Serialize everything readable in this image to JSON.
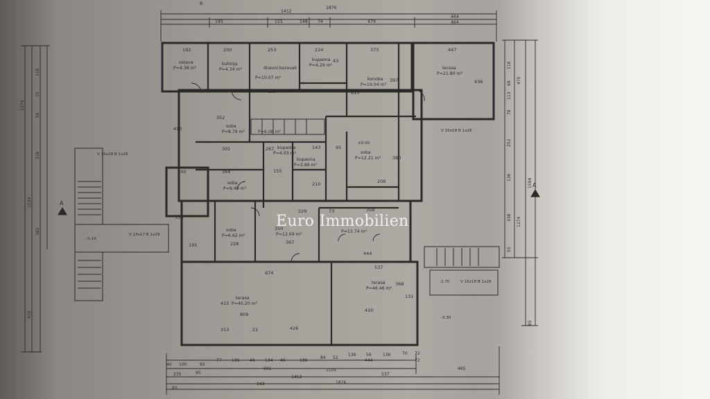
{
  "drawing": {
    "top_dims": {
      "section_mark": "B",
      "total_a": "1412",
      "total_b": "1876",
      "seg": [
        "195",
        "115",
        "148",
        "74",
        "479",
        "464"
      ],
      "seg_right": "464"
    },
    "bottom_dims": {
      "row1": [
        "40",
        "100",
        "95",
        "77",
        "136",
        "46",
        "134",
        "46",
        "136",
        "84",
        "52",
        "136",
        "56",
        "136",
        "70",
        "72"
      ],
      "row2": [
        "235",
        "95",
        "661",
        "1105",
        "444",
        "72"
      ],
      "row3": [
        "83",
        "843",
        "537",
        "465"
      ],
      "totals": [
        "1412",
        "1876"
      ]
    },
    "left_dims": [
      "118",
      "15",
      "56",
      "338",
      "1374",
      "382",
      "1534",
      "410"
    ],
    "right_dims": [
      "116",
      "69",
      "113",
      "470",
      "78",
      "252",
      "136",
      "1594",
      "1274",
      "338",
      "55",
      "85"
    ],
    "rooms": [
      {
        "name": "ostava",
        "area": "P=4.38 m²"
      },
      {
        "name": "kuhinja",
        "area": "P=4.34 m²"
      },
      {
        "name": "dnevni boravak",
        "area": "P=10.07 m²"
      },
      {
        "name": "kupaona",
        "area": "P=4.29 m²"
      },
      {
        "name": "konoba",
        "area": "P=19.04 m²"
      },
      {
        "name": "terasa",
        "area": "P=21.80 m²"
      },
      {
        "name": "soba",
        "area": "P=8.79 m²"
      },
      {
        "name": "",
        "area": "P=6.08 m²"
      },
      {
        "name": "kupaona",
        "area": "P=4.03 m²"
      },
      {
        "name": "kupaona",
        "area": "P=3.89 m²"
      },
      {
        "name": "soba",
        "area": "P=12.21 m²"
      },
      {
        "name": "soba",
        "area": "P=9.49 m²"
      },
      {
        "name": "soba",
        "area": "P=6.62 m²"
      },
      {
        "name": "",
        "area": "P=12.69 m²"
      },
      {
        "name": "",
        "area": "P=13.74 m²"
      },
      {
        "name": "terasa",
        "area": "P=40.20 m²"
      },
      {
        "name": "terasa",
        "area": "P=46.46 m²"
      }
    ],
    "interior_dims": [
      "192",
      "200",
      "253",
      "224",
      "43",
      "373",
      "447",
      "253",
      "615",
      "397",
      "436",
      "305",
      "267",
      "143",
      "95",
      "364",
      "100",
      "155",
      "210",
      "208",
      "229",
      "73",
      "358",
      "195",
      "228",
      "367",
      "444",
      "674",
      "537",
      "410",
      "809",
      "426",
      "313",
      "21",
      "368",
      "415",
      "380",
      "413",
      "352",
      "536",
      "131",
      "350"
    ],
    "levels": [
      "±0.00",
      "-3.14",
      "-2.70",
      "-3.30"
    ],
    "stairs": [
      "V 16x18 B 1x28",
      "V 13x17 B 1x29",
      "V 15x18 B 1x28",
      "V 16x18 B 1x28"
    ],
    "section_marks": [
      "A",
      "A"
    ]
  },
  "watermark": {
    "text": "Euro Immobilien"
  }
}
